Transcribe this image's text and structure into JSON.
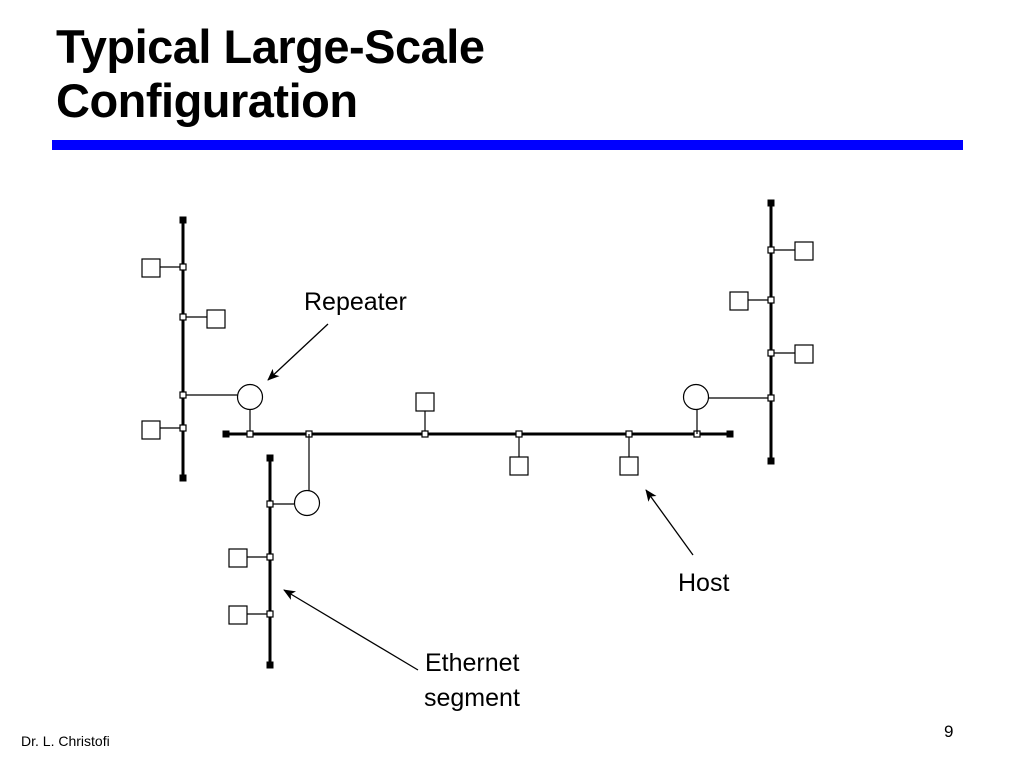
{
  "slide": {
    "title_line1": "Typical Large-Scale",
    "title_line2": "Configuration",
    "accent_color": "#0000ff"
  },
  "diagram": {
    "labels": {
      "repeater": "Repeater",
      "host": "Host",
      "ethernet_line1": "Ethernet",
      "ethernet_line2": "segment"
    }
  },
  "footer": {
    "author": "Dr. L. Christofi",
    "page_number": "9"
  }
}
